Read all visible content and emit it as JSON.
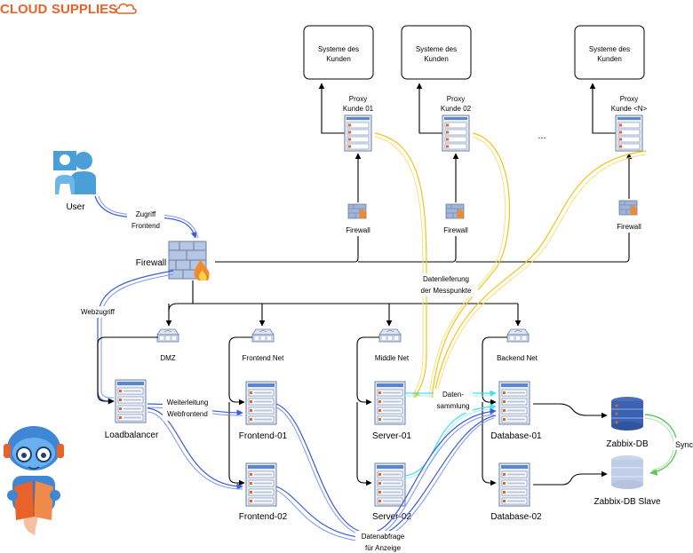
{
  "logo": {
    "text_cloud": "CLOUD",
    "text_supplies": "SUPPLIES",
    "brand_color": "#e8622a"
  },
  "colors": {
    "blue": "#3b5bd9",
    "yellow": "#f2c418",
    "cyan": "#3fe0f0",
    "green": "#5cc85c",
    "server_blue": "#6b9ad8"
  },
  "customers": [
    {
      "box_label_1": "Systeme des",
      "box_label_2": "Kunden",
      "proxy_1": "Proxy",
      "proxy_2": "Kunde 01",
      "firewall": "Firewall"
    },
    {
      "box_label_1": "Systeme des",
      "box_label_2": "Kunden",
      "proxy_1": "Proxy",
      "proxy_2": "Kunde 02",
      "firewall": "Firewall"
    },
    {
      "box_label_1": "Systeme des",
      "box_label_2": "Kunden",
      "proxy_1": "Proxy",
      "proxy_2": "Kunde <N>",
      "firewall": "Firewall"
    }
  ],
  "ellipsis": "...",
  "user": {
    "label": "User"
  },
  "edges": {
    "zugriff_1": "Zugriff",
    "zugriff_2": "Frontend",
    "webzugriff": "Webzugriff",
    "weiterleitung_1": "Weiterleitung",
    "weiterleitung_2": "Webfrontend",
    "datenlieferung_1": "Datenlieferung",
    "datenlieferung_2": "der Messpunkte",
    "datensammlung_1": "Daten-",
    "datensammlung_2": "sammlung",
    "datenabfrage_1": "Datenabfrage",
    "datenabfrage_2": "für Anzeige",
    "sync": "Sync"
  },
  "firewall_main": {
    "label": "Firewall"
  },
  "networks": [
    "DMZ",
    "Frontend Net",
    "Middle Net",
    "Backend Net"
  ],
  "servers": {
    "loadbalancer": "Loadbalancer",
    "frontend01": "Frontend-01",
    "frontend02": "Frontend-02",
    "server01": "Server-01",
    "server02": "Server-02",
    "database01": "Database-01",
    "database02": "Database-02"
  },
  "databases": {
    "zabbix_db": "Zabbix-DB",
    "zabbix_db_slave": "Zabbix-DB Slave"
  }
}
